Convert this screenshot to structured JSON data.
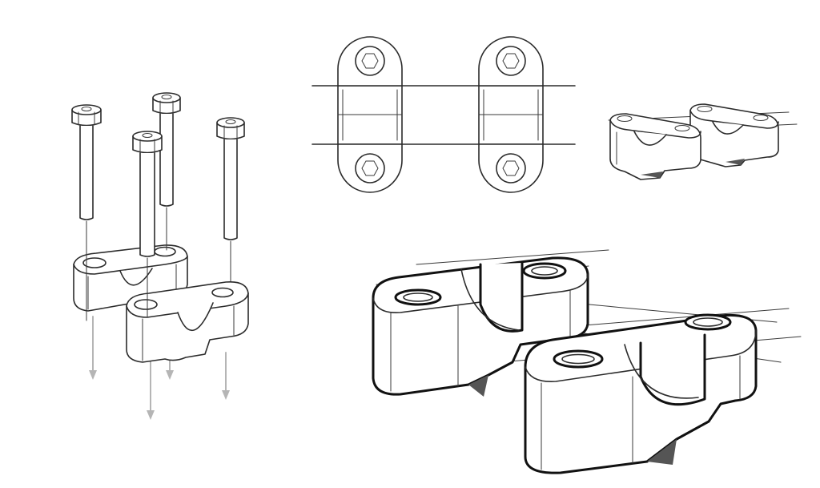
{
  "figure": {
    "background": "#ffffff",
    "ink": "#2b2b2b",
    "arrow_color": "#b5b5b5",
    "views": [
      {
        "name": "exploded-view",
        "bolts": 4,
        "clamps": 2
      },
      {
        "name": "top-view",
        "clamps": 2,
        "bolts": 4
      },
      {
        "name": "small-isometric-view",
        "clamps": 2
      },
      {
        "name": "large-isometric-view",
        "clamps": 2
      }
    ]
  }
}
